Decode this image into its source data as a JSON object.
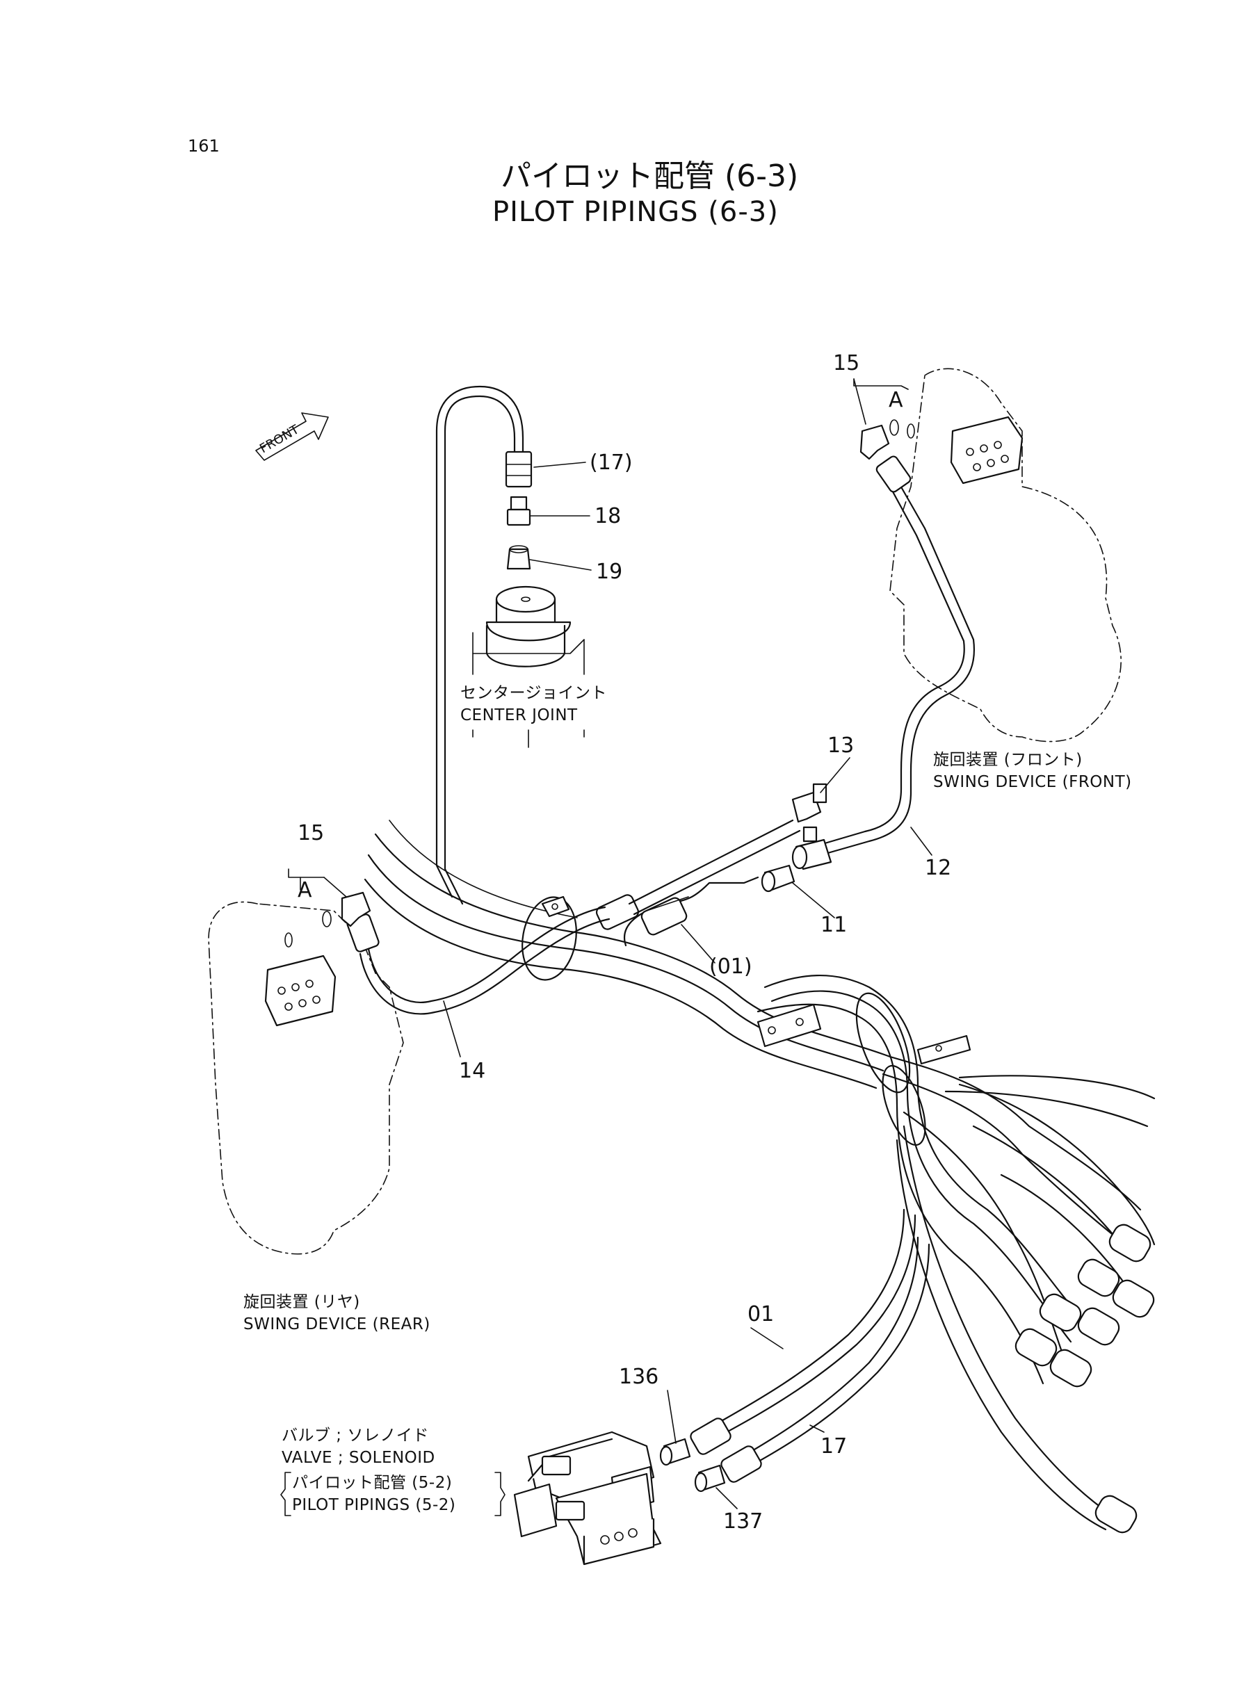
{
  "page_number": "161",
  "title_jp": "パイロット配管 (6-3)",
  "title_en": "PILOT PIPINGS (6-3)",
  "front_marker": "FRONT",
  "assemblies": {
    "center_joint_jp": "センタージョイント",
    "center_joint_en": "CENTER JOINT",
    "swing_front_jp": "旋回装置 (フロント)",
    "swing_front_en": "SWING DEVICE (FRONT)",
    "swing_rear_jp": "旋回装置 (リヤ)",
    "swing_rear_en": "SWING DEVICE (REAR)",
    "valve_jp": "バルブ ; ソレノイド",
    "valve_en": "VALVE ; SOLENOID",
    "ref_jp": "パイロット配管 (5-2)",
    "ref_en": "PILOT PIPINGS (5-2)"
  },
  "detail_marker": "A",
  "parts": {
    "p17_ref": "(17)",
    "p18": "18",
    "p19": "19",
    "p15_front": "15",
    "p15_rear": "15",
    "p13": "13",
    "p12": "12",
    "p11": "11",
    "p01_ref": "(01)",
    "p14": "14",
    "p01": "01",
    "p136": "136",
    "p17": "17",
    "p137": "137"
  }
}
